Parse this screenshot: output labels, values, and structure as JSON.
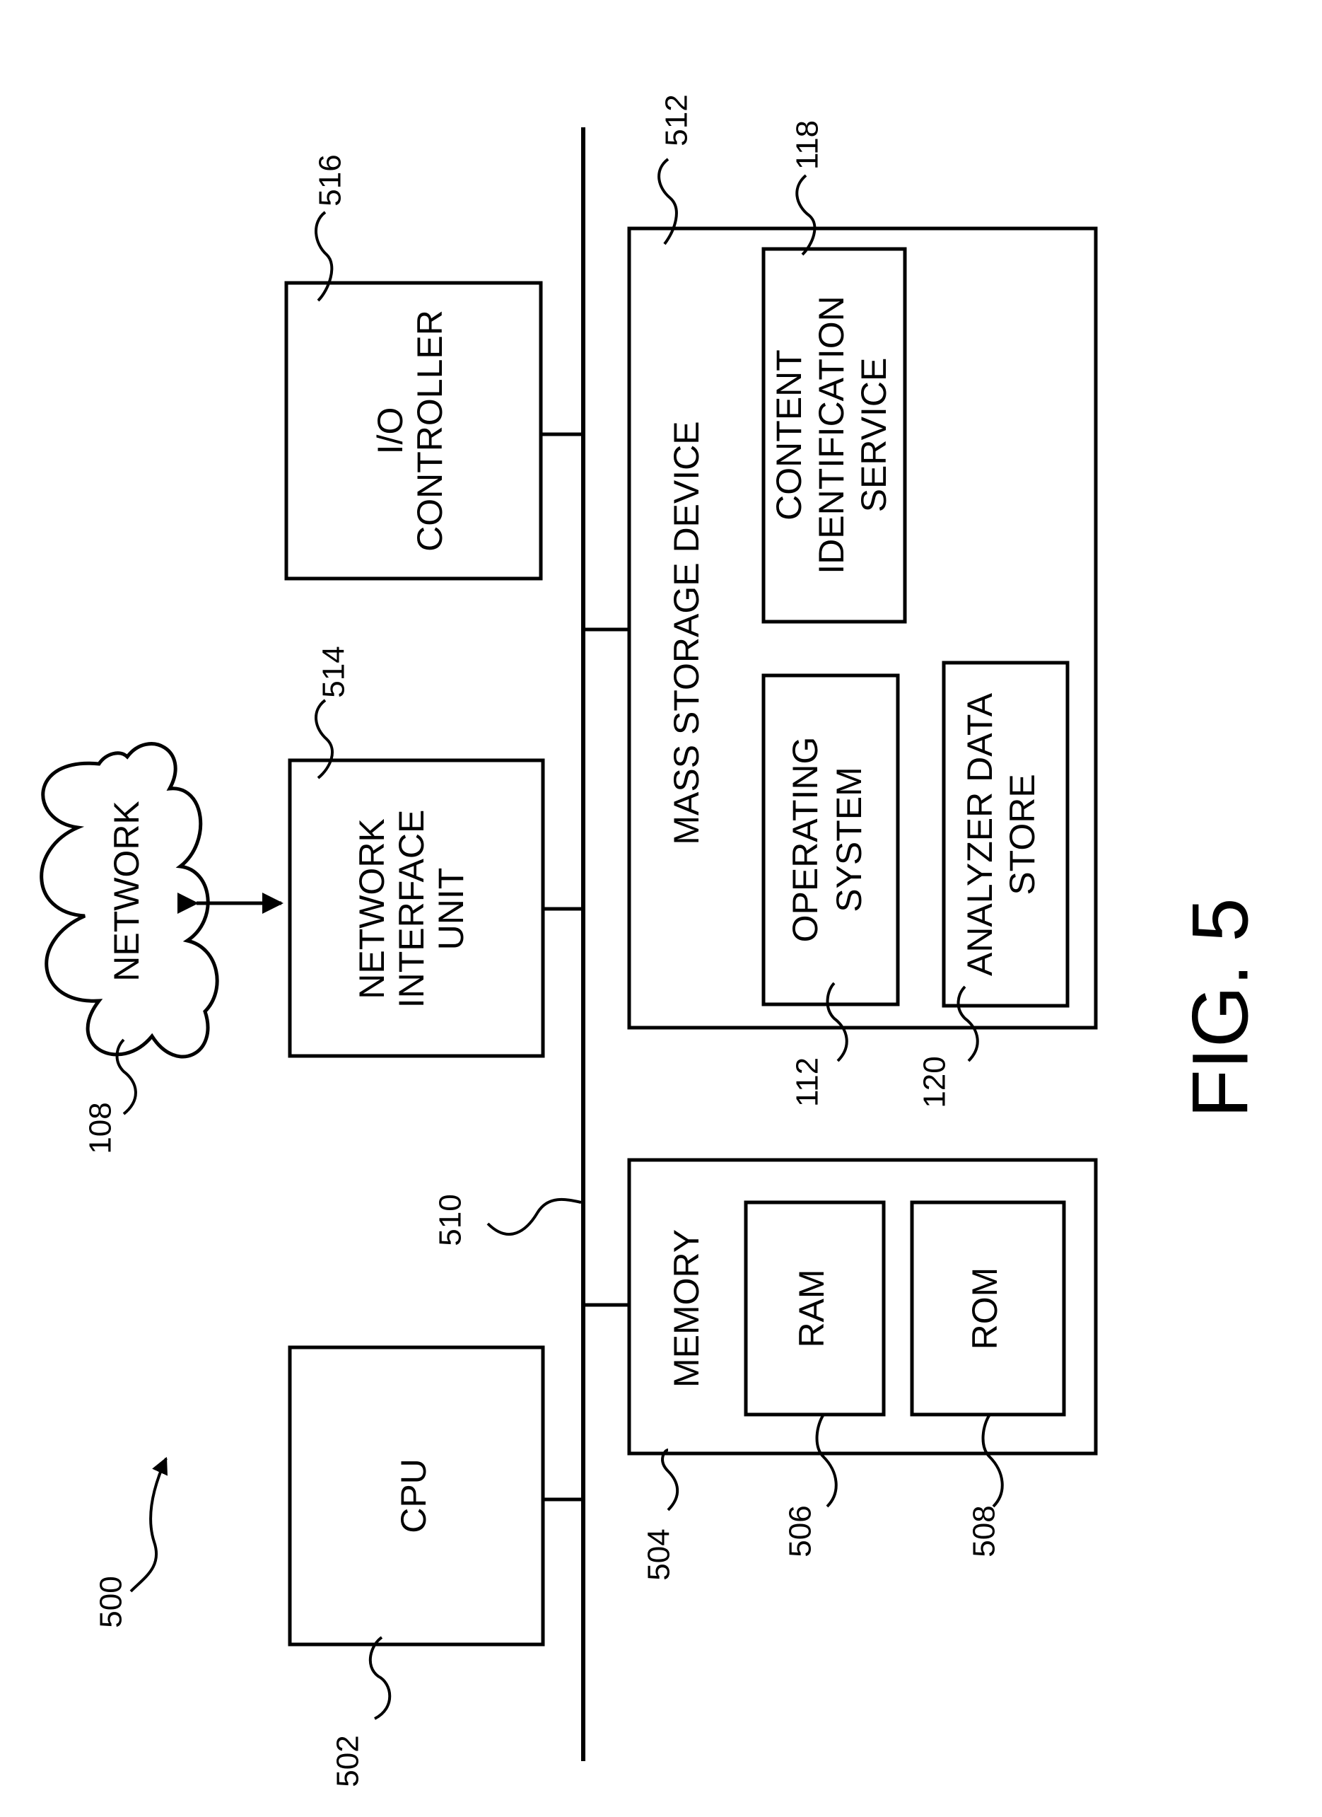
{
  "figure": {
    "title": "FIG. 5",
    "system_ref": "500"
  },
  "components": {
    "network": {
      "label": "NETWORK",
      "ref": "108"
    },
    "cpu": {
      "label": "CPU",
      "ref": "502"
    },
    "memory": {
      "label": "MEMORY",
      "ref": "504"
    },
    "ram": {
      "label": "RAM",
      "ref": "506"
    },
    "rom": {
      "label": "ROM",
      "ref": "508"
    },
    "bus": {
      "ref": "510"
    },
    "mass_storage": {
      "label": "MASS STORAGE DEVICE",
      "ref": "512"
    },
    "network_interface": {
      "label_lines": [
        "NETWORK",
        "INTERFACE",
        "UNIT"
      ],
      "ref": "514"
    },
    "io_controller": {
      "label_lines": [
        "I/O",
        "CONTROLLER"
      ],
      "ref": "516"
    },
    "operating_system": {
      "label_lines": [
        "OPERATING",
        "SYSTEM"
      ],
      "ref": "112"
    },
    "content_identification": {
      "label_lines": [
        "CONTENT",
        "IDENTIFICATION",
        "SERVICE"
      ],
      "ref": "118"
    },
    "analyzer_data_store": {
      "label_lines": [
        "ANALYZER DATA",
        "STORE"
      ],
      "ref": "120"
    }
  }
}
